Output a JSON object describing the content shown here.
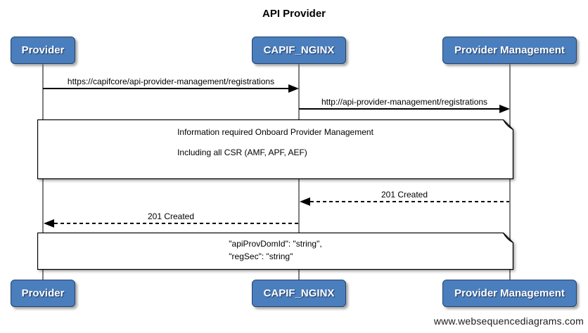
{
  "title": "API Provider",
  "watermark": "www.websequencediagrams.com",
  "actors": [
    {
      "label": "Provider"
    },
    {
      "label": "CAPIF_NGINX"
    },
    {
      "label": "Provider Management"
    }
  ],
  "messages": [
    {
      "label": "https://capifcore/api-provider-management/registrations",
      "from": "Provider",
      "to": "CAPIF_NGINX",
      "line": "solid",
      "direction": "right"
    },
    {
      "label": "http://api-provider-management/registrations",
      "from": "CAPIF_NGINX",
      "to": "Provider Management",
      "line": "solid",
      "direction": "right"
    },
    {
      "label": "201 Created",
      "from": "Provider Management",
      "to": "CAPIF_NGINX",
      "line": "dashed",
      "direction": "left"
    },
    {
      "label": "201 Created",
      "from": "CAPIF_NGINX",
      "to": "Provider",
      "line": "dashed",
      "direction": "left"
    }
  ],
  "notes": [
    {
      "lines": [
        "Information required Onboard Provider Management",
        "Including all CSR (AMF, APF, AEF)"
      ]
    },
    {
      "lines": [
        "\"apiProvDomId\": \"string\",",
        "\"regSec\": \"string\""
      ]
    }
  ],
  "colors": {
    "actor_fill": "#4a7ebd",
    "actor_border": "#24426b",
    "lifeline": "#7f7f7f",
    "arrow": "#000000",
    "note_bg": "#ffffff"
  }
}
